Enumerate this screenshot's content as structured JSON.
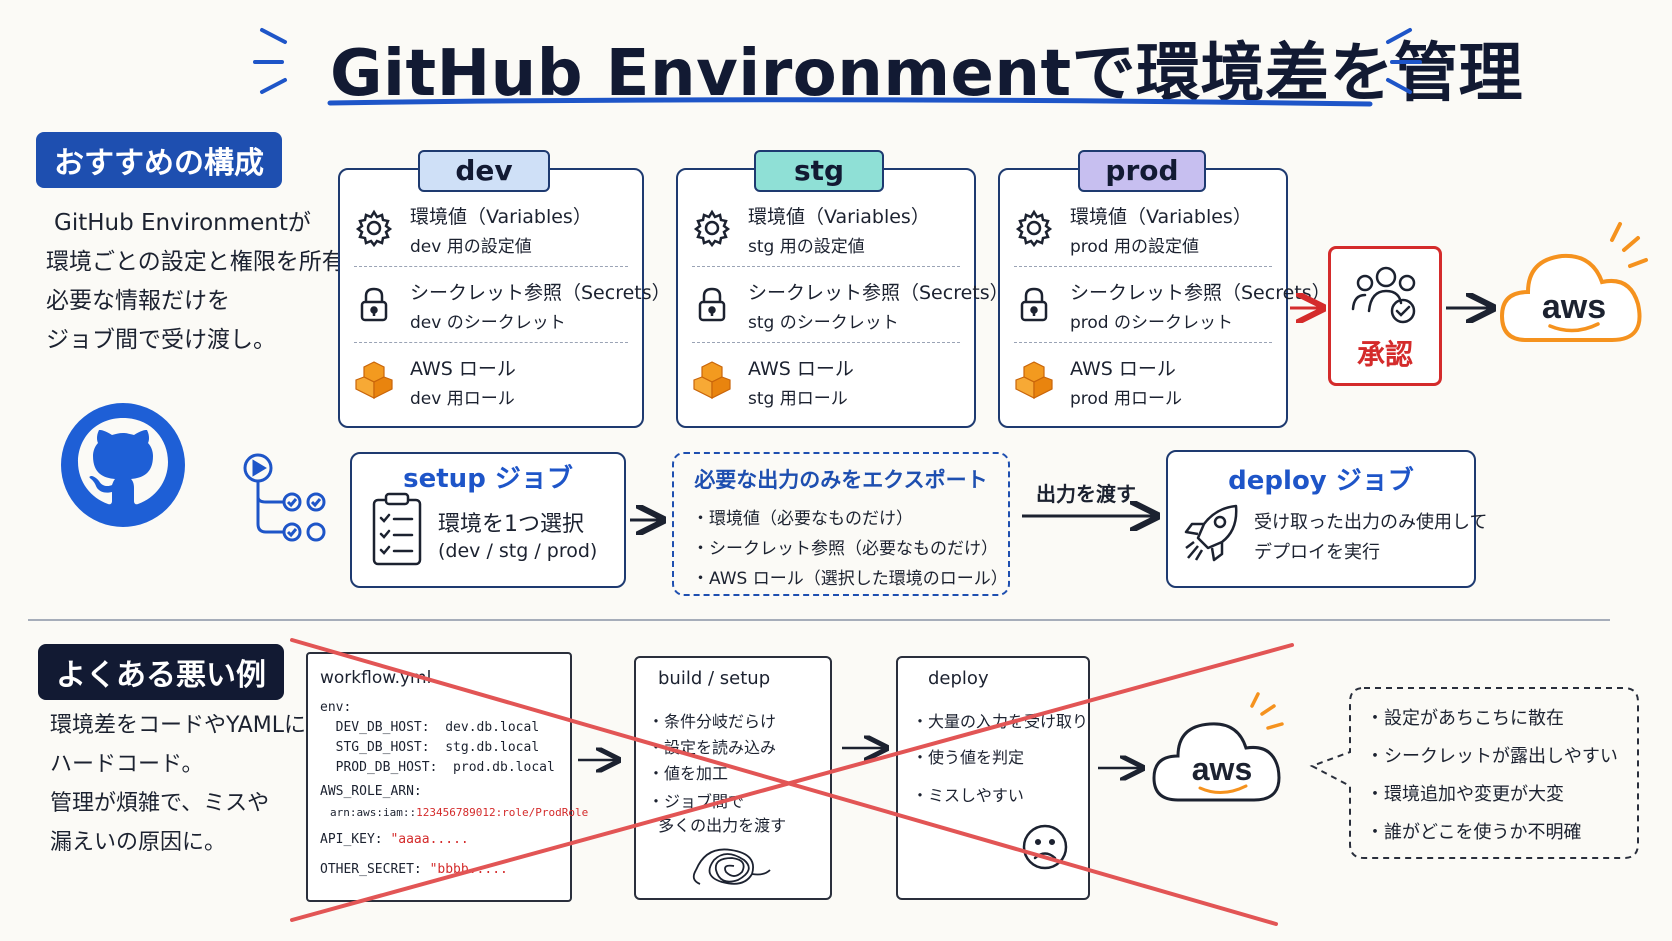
{
  "title": "GitHub Environmentで環境差を管理",
  "recommended": {
    "label": "おすすめの構成",
    "description": [
      "GitHub Environmentが",
      "環境ごとの設定と権限を所有。",
      "必要な情報だけを",
      "ジョブ間で受け渡し。"
    ]
  },
  "environments": [
    {
      "name": "dev",
      "vars_title": "環境値（Variables）",
      "vars_sub": "dev 用の設定値",
      "secrets_title": "シークレット参照（Secrets）",
      "secrets_sub": "dev のシークレット",
      "role_title": "AWS ロール",
      "role_sub": "dev 用ロール",
      "tab_color": "#cfe0f7"
    },
    {
      "name": "stg",
      "vars_title": "環境値（Variables）",
      "vars_sub": "stg 用の設定値",
      "secrets_title": "シークレット参照（Secrets）",
      "secrets_sub": "stg のシークレット",
      "role_title": "AWS ロール",
      "role_sub": "stg 用ロール",
      "tab_color": "#8fe0d6"
    },
    {
      "name": "prod",
      "vars_title": "環境値（Variables）",
      "vars_sub": "prod 用の設定値",
      "secrets_title": "シークレット参照（Secrets）",
      "secrets_sub": "prod のシークレット",
      "role_title": "AWS ロール",
      "role_sub": "prod 用ロール",
      "tab_color": "#c7bff0"
    }
  ],
  "approval": {
    "label": "承認"
  },
  "aws_logo": "aws",
  "setup_job": {
    "title": "setup ジョブ",
    "line1": "環境を1つ選択",
    "line2": "(dev / stg / prod)"
  },
  "export_box": {
    "title": "必要な出力のみをエクスポート",
    "items": [
      "・環境値（必要なものだけ）",
      "・シークレット参照（必要なものだけ）",
      "・AWS ロール（選択した環境のロール）"
    ]
  },
  "pass_label": "出力を渡す",
  "deploy_job": {
    "title": "deploy ジョブ",
    "line1": "受け取った出力のみ使用して",
    "line2": "デプロイを実行"
  },
  "bad": {
    "label": "よくある悪い例",
    "description": [
      "環境差をコードやYAMLに",
      "ハードコード。",
      "管理が煩雑で、ミスや",
      "漏えいの原因に。"
    ],
    "workflow": {
      "filename": "workflow.yml",
      "lines": [
        "env:",
        "  DEV_DB_HOST:  dev.db.local",
        "  STG_DB_HOST:  stg.db.local",
        "  PROD_DB_HOST:  prod.db.local",
        "AWS_ROLE_ARN:"
      ],
      "arn_prefix": "arn:aws:iam::",
      "arn_value": "123456789012:role/ProdRole",
      "api_key_label": "API_KEY:",
      "api_key_value": "\"aaaa.....",
      "secret_label": "OTHER_SECRET:",
      "secret_value": "\"bbbb....."
    },
    "build": {
      "title": "build / setup",
      "items": [
        "・条件分岐だらけ",
        "・設定を読み込み",
        "・値を加工",
        "・ジョブ間で",
        "  多くの出力を渡す"
      ]
    },
    "deploy": {
      "title": "deploy",
      "items": [
        "・大量の入力を受け取り",
        "・使う値を判定",
        "・ミスしやすい"
      ]
    },
    "problems": [
      "・設定があちこちに散在",
      "・シークレットが露出しやすい",
      "・環境追加や変更が大変",
      "・誰がどこを使うか不明確"
    ]
  },
  "colors": {
    "navy": "#1e3a70",
    "blue": "#1e55c8",
    "red": "#d42b2b",
    "aws_orange": "#f5921e"
  }
}
